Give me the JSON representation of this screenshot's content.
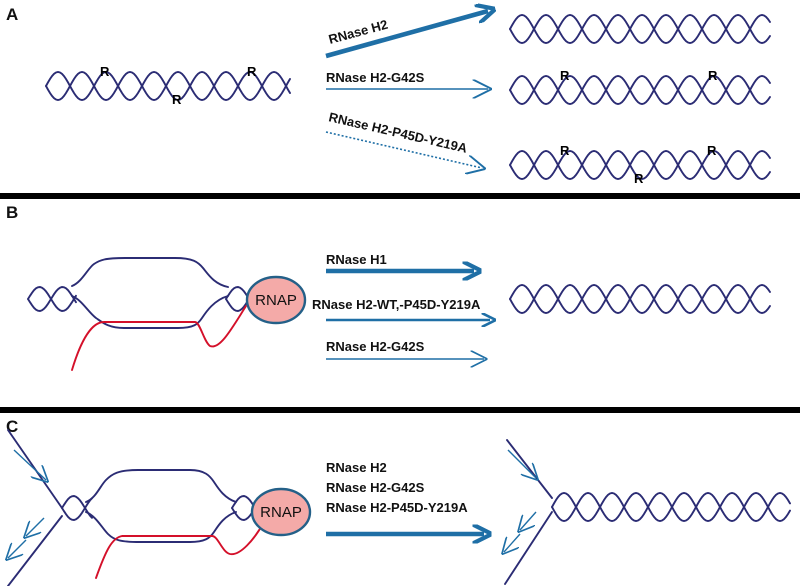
{
  "colors": {
    "dna": "#2b2c74",
    "rna": "#d4102a",
    "arrow": "#1f6fa6",
    "rnap_fill": "#f4aaa8",
    "rnap_stroke": "#246088",
    "ribo_label": "#c8102e",
    "divider": "#000000"
  },
  "panels": {
    "a": {
      "label": "A",
      "substrate_marks": [
        "R",
        "R",
        "R"
      ],
      "arrows": [
        {
          "label": "RNase H2",
          "style": "thick"
        },
        {
          "label": "RNase H2-G42S",
          "style": "thin"
        },
        {
          "label": "RNase H2-P45D-Y219A",
          "style": "dotted"
        }
      ],
      "products": [
        {
          "marks": []
        },
        {
          "marks": [
            "R",
            "R"
          ]
        },
        {
          "marks": [
            "R",
            "R",
            "R"
          ]
        }
      ]
    },
    "b": {
      "label": "B",
      "rnap_label": "RNAP",
      "arrows": [
        {
          "label": "RNase H1",
          "style": "thick"
        },
        {
          "label": "RNase H2-WT,-P45D-Y219A",
          "style": "medium"
        },
        {
          "label": "RNase H2-G42S",
          "style": "thin"
        }
      ]
    },
    "c": {
      "label": "C",
      "rnap_label": "RNAP",
      "enzyme_lines": [
        "RNase H2",
        "RNase H2-G42S",
        "RNase H2-P45D-Y219A"
      ]
    }
  }
}
